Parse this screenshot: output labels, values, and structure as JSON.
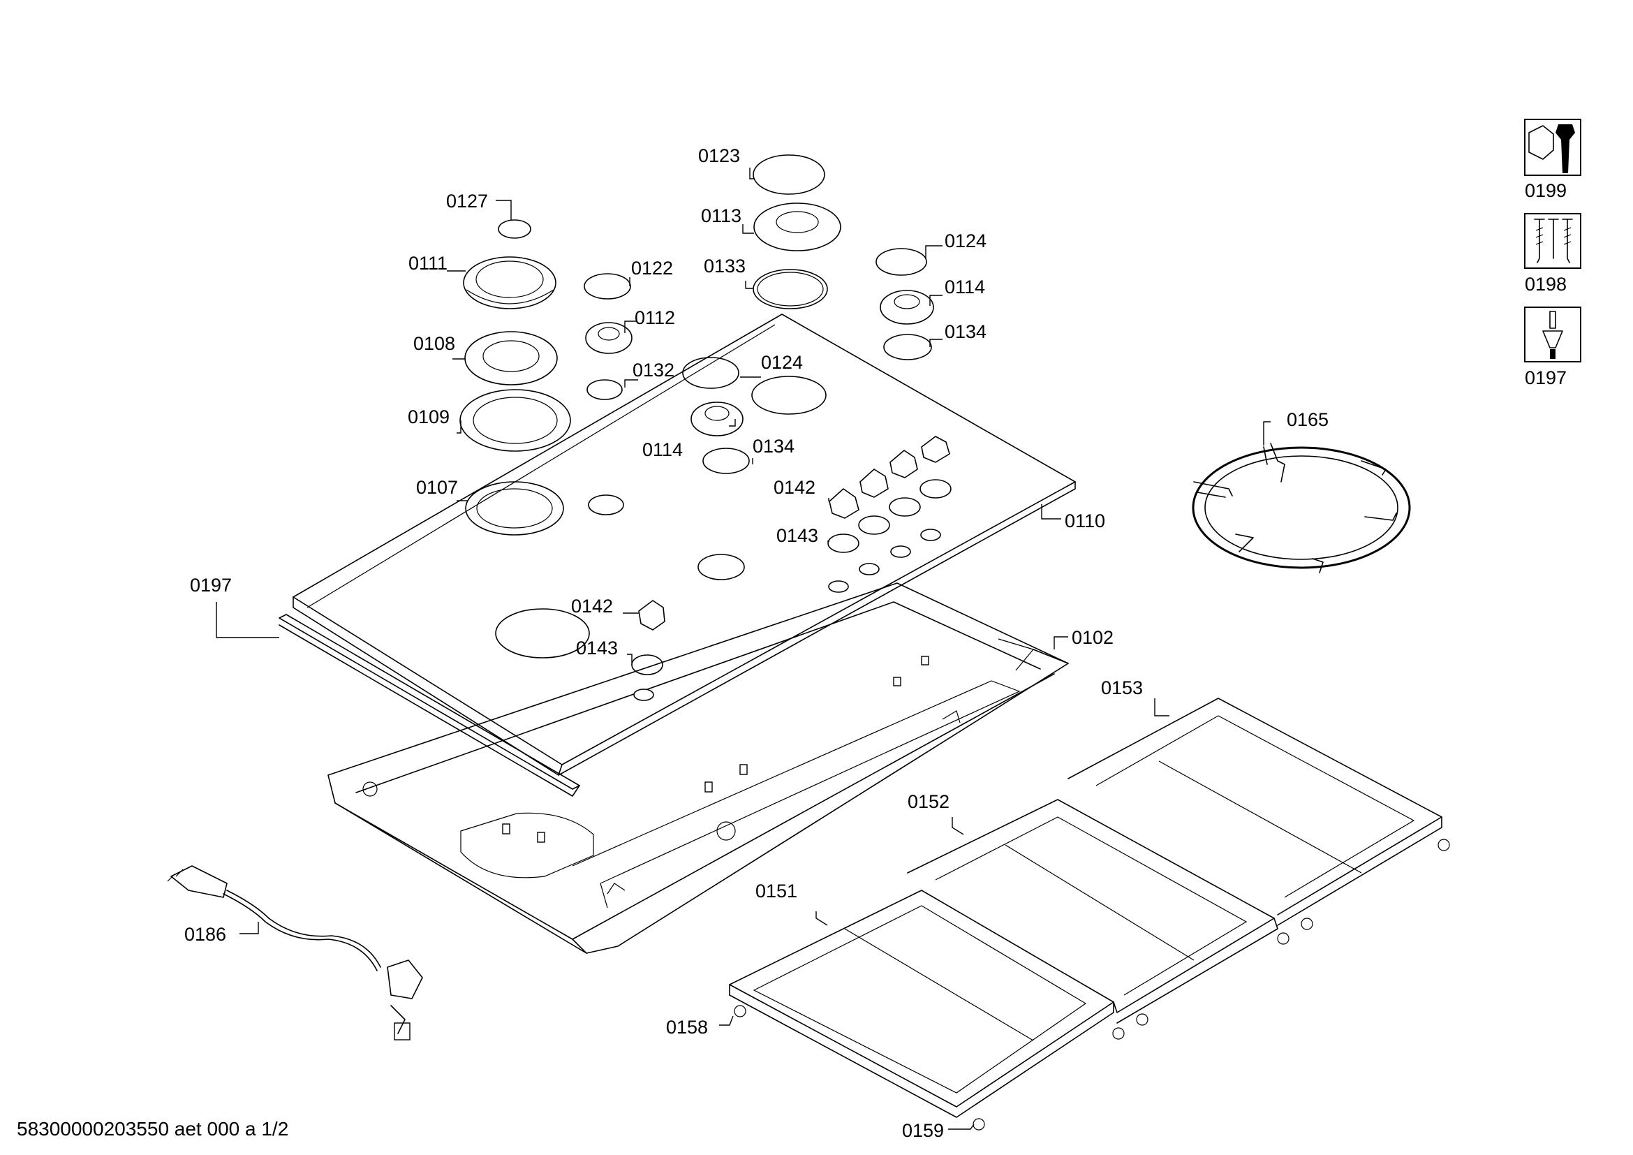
{
  "document_id": "58300000203550 aet 000 a 1/2",
  "labels": {
    "l0123": "0123",
    "l0127": "0127",
    "l0113": "0113",
    "l0124a": "0124",
    "l0111": "0111",
    "l0122": "0122",
    "l0133": "0133",
    "l0114a": "0114",
    "l0112": "0112",
    "l0134a": "0134",
    "l0108": "0108",
    "l0132": "0132",
    "l0124b": "0124",
    "l0109": "0109",
    "l0114b": "0114",
    "l0134b": "0134",
    "l0165": "0165",
    "l0107": "0107",
    "l0142a": "0142",
    "l0110": "0110",
    "l0143a": "0143",
    "l0197": "0197",
    "l0142b": "0142",
    "l0102": "0102",
    "l0143b": "0143",
    "l0153": "0153",
    "l0152": "0152",
    "l0151": "0151",
    "l0186": "0186",
    "l0158": "0158",
    "l0159": "0159"
  },
  "service_icons": [
    {
      "label": "0199",
      "icon": "wrench-nut-icon"
    },
    {
      "label": "0198",
      "icon": "screws-icon"
    },
    {
      "label": "0197",
      "icon": "screwdriver-icon"
    }
  ]
}
